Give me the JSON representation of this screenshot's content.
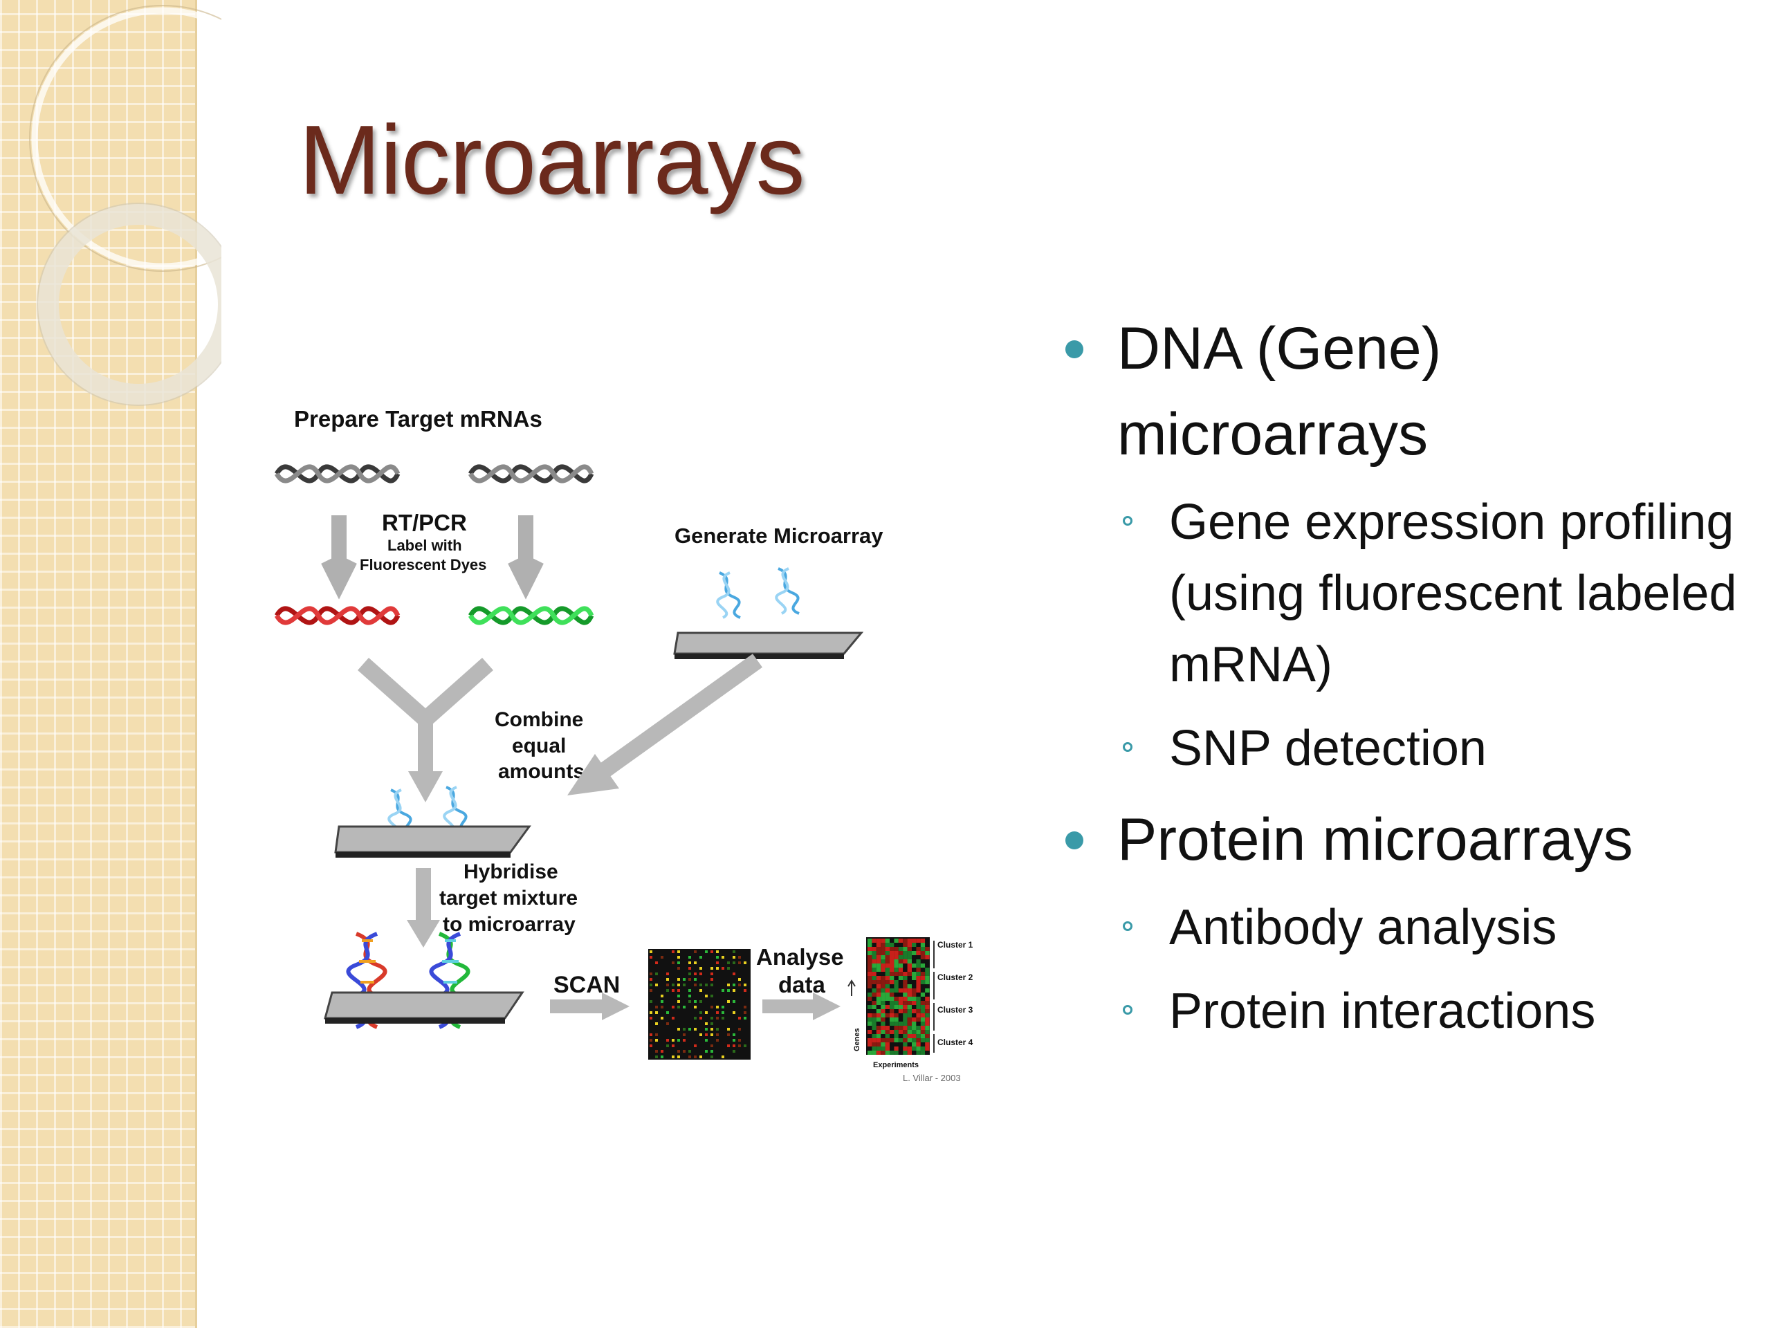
{
  "slide": {
    "title": "Microarrays",
    "bullets": [
      {
        "text": "DNA (Gene) microarrays",
        "sub": [
          "Gene expression profiling (using fluorescent labeled mRNA)",
          "SNP detection"
        ]
      },
      {
        "text": "Protein microarrays",
        "sub": [
          "Antibody analysis",
          "Protein interactions"
        ]
      }
    ]
  },
  "diagram": {
    "prepare_label": "Prepare Target mRNAs",
    "rtpcr_label": "RT/PCR",
    "label_with": "Label with",
    "fluorescent_dyes": "Fluorescent Dyes",
    "generate_label": "Generate Microarray",
    "combine_lines": [
      "Combine",
      "equal",
      "amounts"
    ],
    "hybridise_lines": [
      "Hybridise",
      "target mixture",
      "to microarray"
    ],
    "scan_label": "SCAN",
    "analyse_lines": [
      "Analyse",
      "data"
    ],
    "clusters": [
      "Cluster 1",
      "Cluster 2",
      "Cluster 3",
      "Cluster 4"
    ],
    "experiments_label": "Experiments",
    "genes_label": "Genes",
    "credit": "L. Villar - 2003"
  },
  "colors": {
    "title": "#6b2a1c",
    "bullet": "#3a9aa8",
    "side_panel": "#f3deb0",
    "dye_red": "#cc1f1f",
    "dye_green": "#22c23a"
  }
}
